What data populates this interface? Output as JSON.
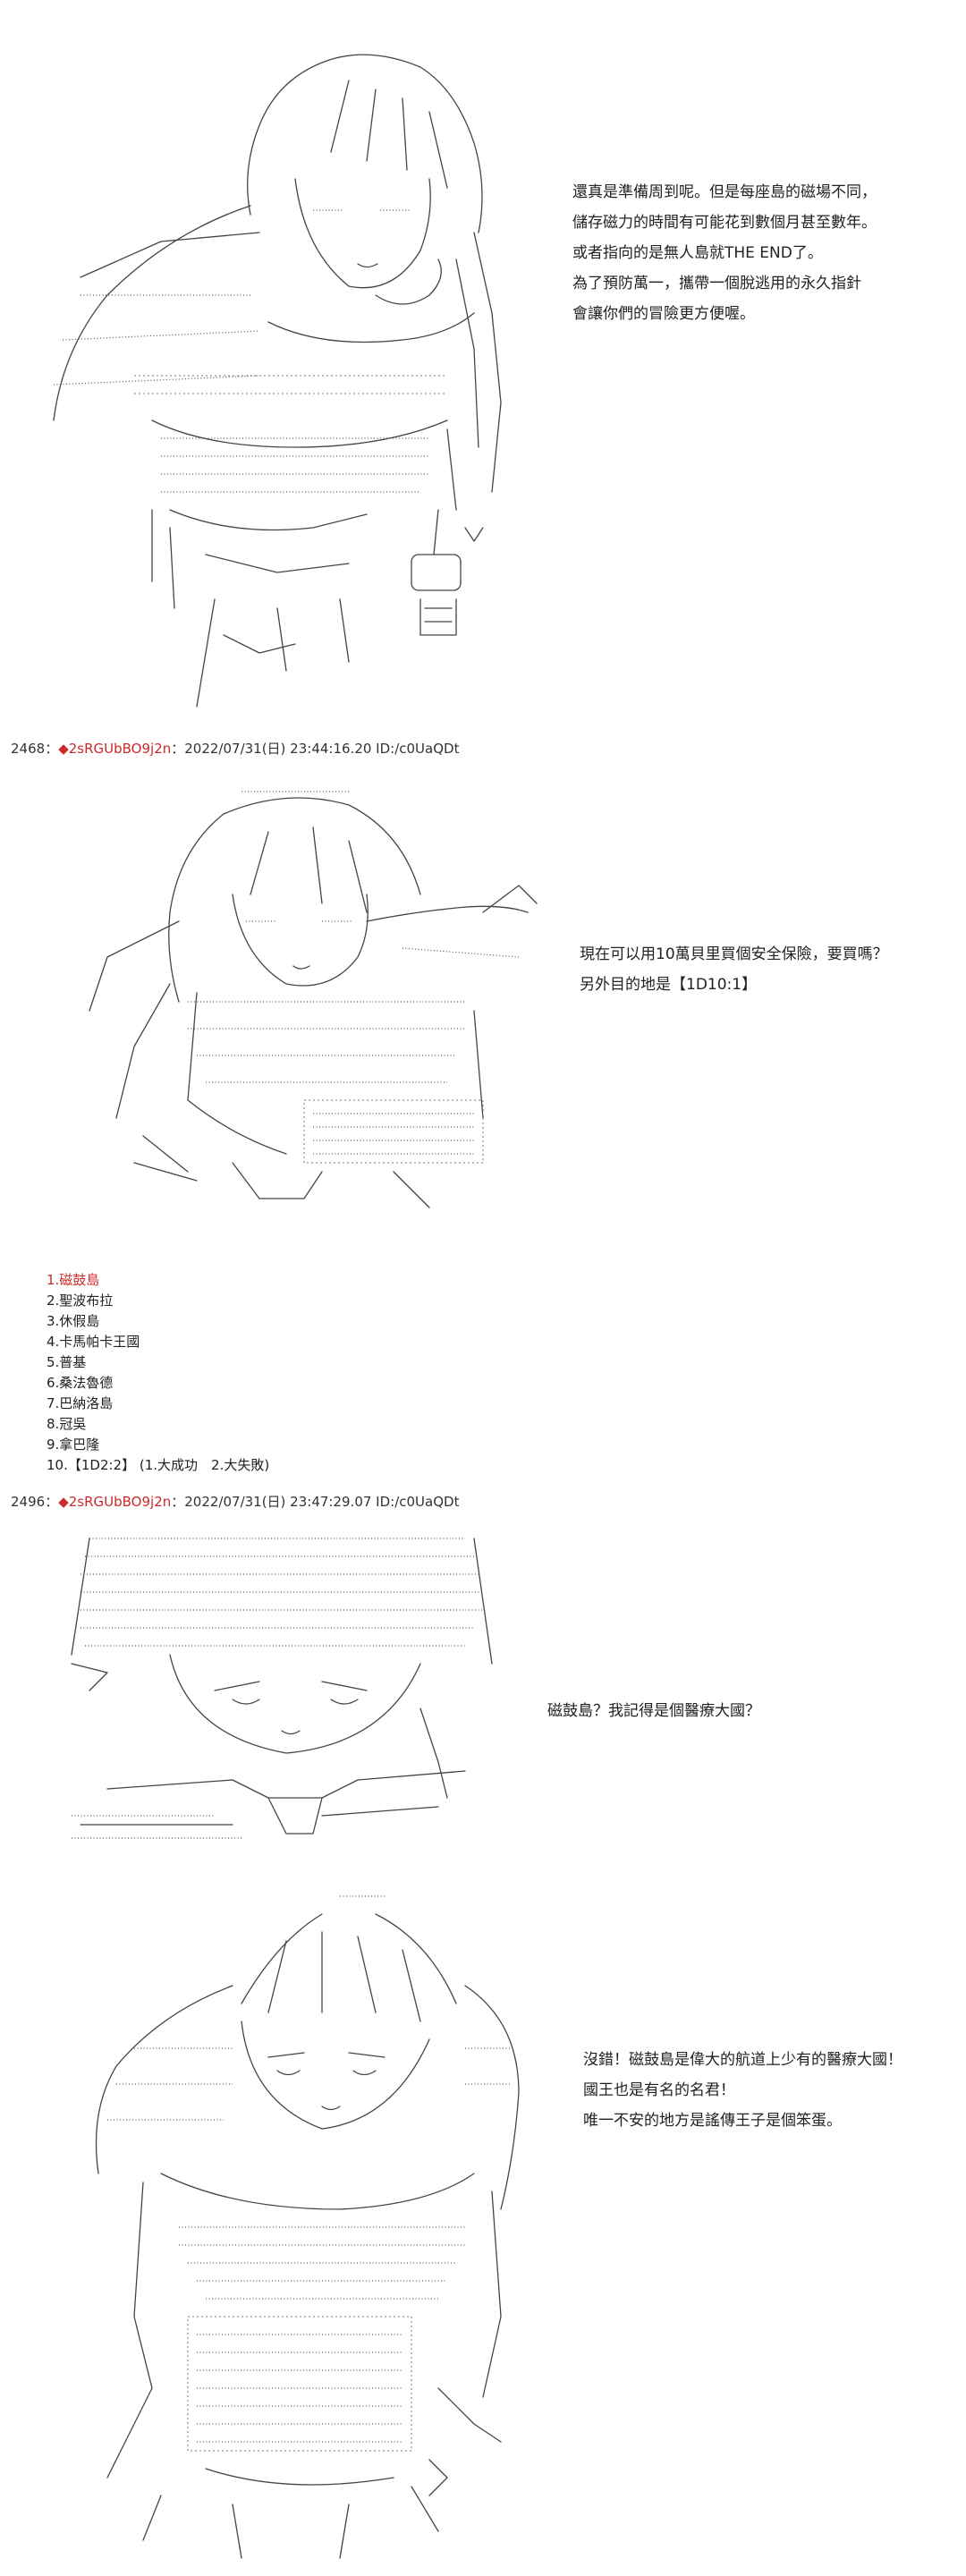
{
  "panel1": {
    "dialogue": [
      "還真是準備周到呢。但是每座島的磁場不同，",
      "儲存磁力的時間有可能花到數個月甚至數年。",
      "或者指向的是無人島就THE END了。",
      "為了預防萬一，攜帶一個脫逃用的永久指針",
      "會讓你們的冒險更方便喔。"
    ]
  },
  "post2468": {
    "number": "2468",
    "separator": "：",
    "diamond": "◆",
    "name": "2sRGUbBO9j2n",
    "meta": "：2022/07/31(日) 23:44:16.20 ID:/c0UaQDt"
  },
  "panel2": {
    "dialogue": [
      "現在可以用10萬貝里買個安全保險，要買嗎？",
      "另外目的地是【1D10:1】"
    ],
    "choices": [
      "1.磁鼓島",
      "2.聖波布拉",
      "3.休假島",
      "4.卡馬帕卡王國",
      "5.普基",
      "6.桑法魯德",
      "7.巴納洛島",
      "8.冠吳",
      "9.拿巴隆",
      "10.【1D2:2】 (1.大成功　2.大失敗)"
    ]
  },
  "post2496": {
    "number": "2496",
    "separator": "：",
    "diamond": "◆",
    "name": "2sRGUbBO9j2n",
    "meta": "：2022/07/31(日) 23:47:29.07 ID:/c0UaQDt"
  },
  "panel3": {
    "dialogue": [
      "磁鼓島？我記得是個醫療大國？"
    ]
  },
  "panel4": {
    "dialogue": [
      "沒錯！磁鼓島是偉大的航道上少有的醫療大國！",
      "國王也是有名的名君！",
      "唯一不安的地方是謠傳王子是個笨蛋。"
    ]
  },
  "colors": {
    "name_red": "#cc2a2a",
    "text": "#222222",
    "background": "#ffffff"
  }
}
